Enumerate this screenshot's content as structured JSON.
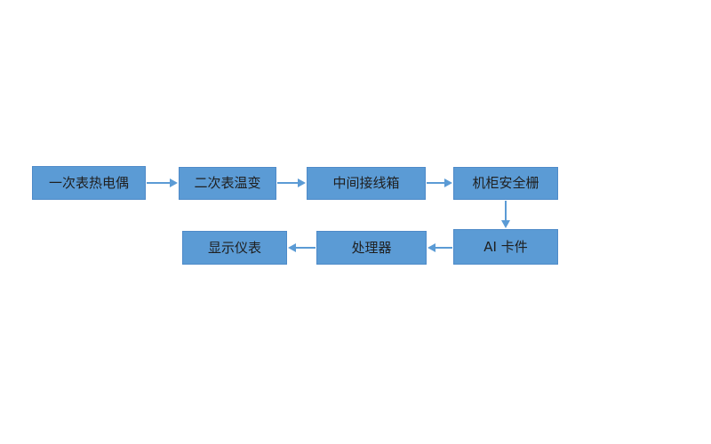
{
  "diagram": {
    "type": "flowchart",
    "colors": {
      "node_fill": "#5b9bd5",
      "node_border": "#4e8ac8",
      "arrow": "#5b9bd5",
      "text": "#1f1f1f"
    },
    "nodes": [
      {
        "id": "primary-thermocouple",
        "label": "一次表热电偶"
      },
      {
        "id": "secondary-temp-transmitter",
        "label": "二次表温变"
      },
      {
        "id": "intermediate-junction-box",
        "label": "中间接线箱"
      },
      {
        "id": "cabinet-safety-barrier",
        "label": "机柜安全栅"
      },
      {
        "id": "ai-card",
        "label": "AI 卡件"
      },
      {
        "id": "processor",
        "label": "处理器"
      },
      {
        "id": "display-instrument",
        "label": "显示仪表"
      }
    ],
    "edges": [
      {
        "from": "primary-thermocouple",
        "to": "secondary-temp-transmitter",
        "direction": "right"
      },
      {
        "from": "secondary-temp-transmitter",
        "to": "intermediate-junction-box",
        "direction": "right"
      },
      {
        "from": "intermediate-junction-box",
        "to": "cabinet-safety-barrier",
        "direction": "right"
      },
      {
        "from": "cabinet-safety-barrier",
        "to": "ai-card",
        "direction": "down"
      },
      {
        "from": "ai-card",
        "to": "processor",
        "direction": "left"
      },
      {
        "from": "processor",
        "to": "display-instrument",
        "direction": "left"
      }
    ]
  }
}
